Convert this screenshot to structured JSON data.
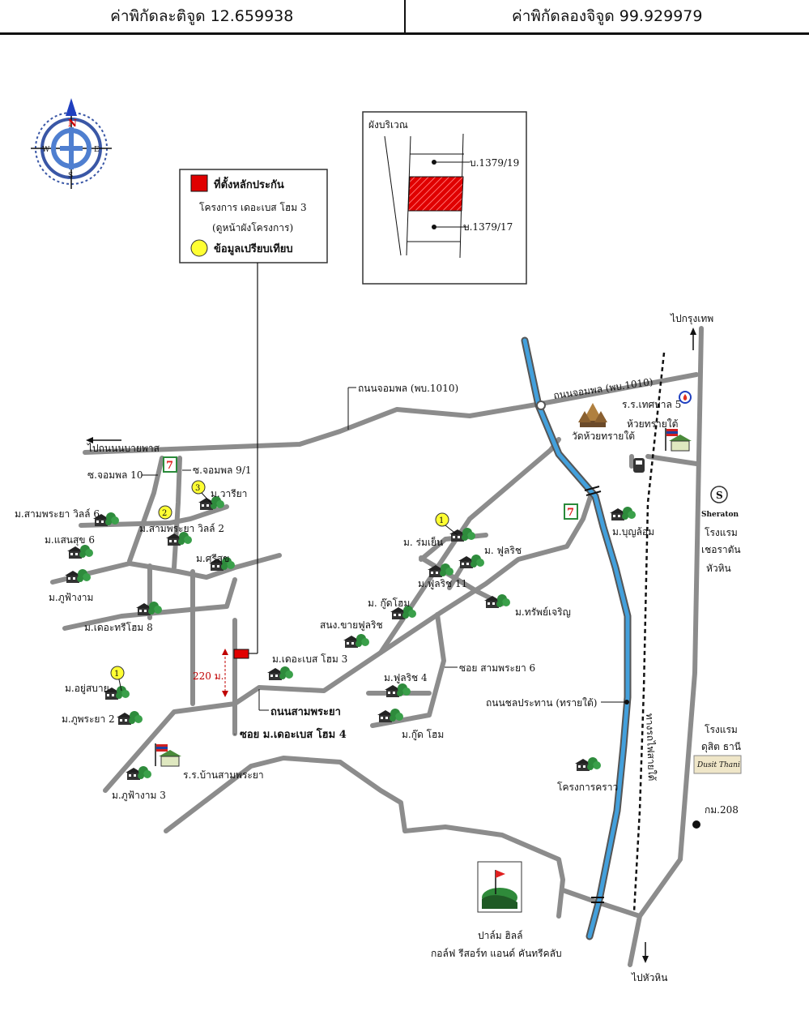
{
  "header": {
    "latitude": "ค่าพิกัดละติจูด 12.659938",
    "longitude": "ค่าพิกัดลองจิจูด 99.929979"
  },
  "compass": {
    "n": "N",
    "s": "S",
    "e": "E",
    "w": "W"
  },
  "legend": {
    "site_label": "ที่ตั้งหลักประกัน",
    "project_line1": "โครงการ เดอะเบส โฮม 3",
    "project_line2": "(ดูหน้าผังโครงการ)",
    "comparison_label": "ข้อมูลเปรียบเทียบ"
  },
  "inset": {
    "title": "ผังบริเวณ",
    "plot_top": "บ.1379/19",
    "plot_bottom": "บ.1379/17"
  },
  "roads": {
    "to_bangkok": "ไปกรุงเทพ",
    "to_huahin": "ไปหัวหิน",
    "to_nongphlap": "ไปถนนนบายพาส",
    "jompol_1010_a": "ถนนจอมพล (พบ.1010)",
    "jompol_1010_b": "ถนนจอมพล (พบ.1010)",
    "soi_jompol_10": "ซ.จอมพล 10",
    "soi_jompol_9_1": "ซ.จอมพล 9/1",
    "sam_phraya_road": "ถนนสามพระยา",
    "soi_thebase": "ซอย ม.เดอะเบส โฮม 4",
    "soi_sam_phraya_6": "ซอย สามพระยา 6",
    "irrigation_road": "ถนนชลประทาน (ทรายใต้)",
    "railway": "ทางรถไฟสายใต้",
    "km208": "กม.208",
    "distance": "220 ม."
  },
  "places": {
    "wat": "วัดห้วยทรายใต้",
    "school_thesaban": "ร.ร.เทศบาล 5",
    "school_thesaban_2": "ห้วยทรายใต้",
    "sheraton_line1": "โรงแรม",
    "sheraton_line2": "เชอราตัน",
    "sheraton_line3": "หัวหิน",
    "sheraton_logo": "Sheraton",
    "dusit_line1": "โรงแรม",
    "dusit_line2": "ดุสิต ธานี",
    "dusit_logo": "Dusit Thani",
    "school_sam_phraya": "ร.ร.บ้านสามพระยา",
    "golf_line1": "ปาล์ม ฮิลล์",
    "golf_line2": "กอล์ฟ รีสอร์ท แอนด์ คันทรีคลับ",
    "crown_project": "โครงการคราว"
  },
  "villages": {
    "sam_phraya_ville_6": "ม.สามพระยา วิลล์ 6",
    "saen_suk_6": "ม.แสนสุข 6",
    "phu_fa_ngam": "ม.ภูฟ้างาม",
    "the_tree_home_8": "ม.เดอะทรีโฮม 8",
    "sam_phraya_ville_2": "ม.สามพระยา วิลล์ 2",
    "wariya": "ม.วารียา",
    "sri_suk": "ม.ศรีสุข",
    "yu_sabai": "ม.อยู่สบาย",
    "phu_phraya_2": "ม.ภูพระยา 2",
    "phu_fa_ngam_3": "ม.ภูฟ้างาม 3",
    "the_base_home_3": "ม.เดอะเบส โฮม 3",
    "rom_yen": "ม. ร่มเย็น",
    "fulrich": "ม. ฟูลริช",
    "fulrich_11": "ม.ฟูลริช 11",
    "good_home": "ม. กู๊ดโฮม",
    "fulrich_sale": "สนง.ขายฟูลริช",
    "sap_charoen": "ม.ทรัพย์เจริญ",
    "fulrich_4": "ม.ฟูลริช 4",
    "good_home_2": "ม.กู๊ด โฮม",
    "boon_lom": "ม.บุญล้อม"
  },
  "markers": {
    "m1": "1",
    "m2": "2",
    "m3": "3",
    "m1b": "1"
  },
  "colors": {
    "road": "#8c8c8c",
    "river": "#43a0dc",
    "site": "#e00000",
    "comparison": "#ffff33",
    "tree": "#2e8b3c",
    "distance": "#c00000"
  },
  "icons": {
    "compass": "compass-rose-icon",
    "store": "seven-eleven-icon",
    "school": "school-flag-icon",
    "temple": "temple-icon",
    "golf": "golf-flag-icon",
    "train": "train-icon",
    "gas": "gas-station-icon"
  }
}
